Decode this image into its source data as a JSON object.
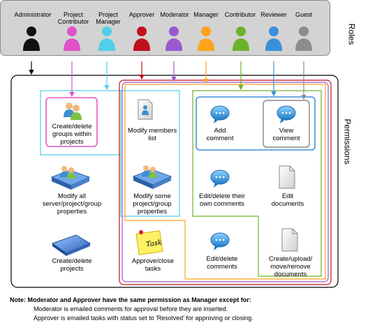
{
  "roles_title": "Roles",
  "permissions_title": "Permissions",
  "roles": [
    {
      "label": "Administrator",
      "color": "#111111"
    },
    {
      "label": "Project Contributor",
      "color": "#e052c8"
    },
    {
      "label": "Project Manager",
      "color": "#4fd0e8"
    },
    {
      "label": "Approver",
      "color": "#c0111b"
    },
    {
      "label": "Moderator",
      "color": "#9a58cf"
    },
    {
      "label": "Manager",
      "color": "#ffa41a"
    },
    {
      "label": "Contributor",
      "color": "#6db22b"
    },
    {
      "label": "Reviewer",
      "color": "#3b8fd9"
    },
    {
      "label": "Guest",
      "color": "#8c8c8c"
    }
  ],
  "permissions": {
    "create_delete_groups": "Create/delete groups within projects",
    "modify_all_properties": "Modify all server/project/group properties",
    "create_delete_projects": "Create/delete projects",
    "modify_members_list": "Modify members list",
    "modify_some_properties": "Modify some project/group properties",
    "approve_close_tasks": "Approve/close tasks",
    "task_sticky_text": "Task",
    "add_comment": "Add comment",
    "view_comment": "View comment",
    "edit_delete_own_comments": "Edit/delete their own comments",
    "edit_documents": "Edit documents",
    "edit_delete_comments": "Edit/delete comments",
    "create_upload_move_remove_documents": "Create/upload/ move/remove documents"
  },
  "note": {
    "title": "Note: Moderator and Approver have the same permission as Manager except for:",
    "line1": "Moderator is emailed comments for approval before they are inserted.",
    "line2": "Approver is emailed tasks with status set to 'Resolved' for approving or closing."
  }
}
